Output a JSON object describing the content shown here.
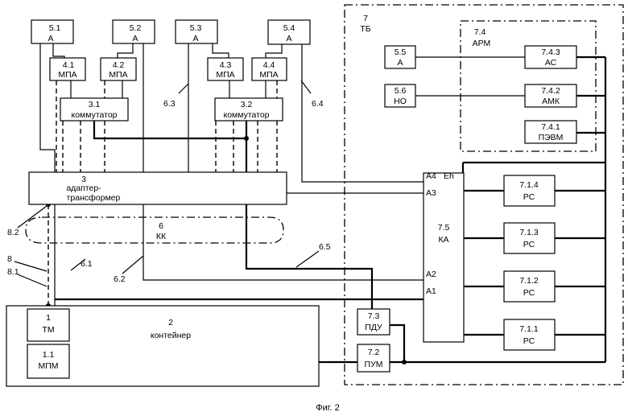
{
  "blocks": {
    "b5_1": {
      "num": "5.1",
      "name": "А"
    },
    "b5_2": {
      "num": "5.2",
      "name": "А"
    },
    "b5_3": {
      "num": "5.3",
      "name": "А"
    },
    "b5_4": {
      "num": "5.4",
      "name": "А"
    },
    "b4_1": {
      "num": "4.1",
      "name": "МПА"
    },
    "b4_2": {
      "num": "4.2",
      "name": "МПА"
    },
    "b4_3": {
      "num": "4.3",
      "name": "МПА"
    },
    "b4_4": {
      "num": "4.4",
      "name": "МПА"
    },
    "b3_1": {
      "num": "3.1",
      "name": "коммутатор"
    },
    "b3_2": {
      "num": "3.2",
      "name": "коммутатор"
    },
    "b3": {
      "num": "3",
      "name1": "адаптер-",
      "name2": "трансформер"
    },
    "b6": {
      "num": "6",
      "name": "КК"
    },
    "b2": {
      "num": "2",
      "name": "контейнер"
    },
    "b1": {
      "num": "1",
      "name": "ТМ"
    },
    "b1_1": {
      "num": "1.1",
      "name": "МПМ"
    },
    "b7": {
      "num": "7",
      "name": "ТБ"
    },
    "b7_4": {
      "num": "7.4",
      "name": "АРМ"
    },
    "b5_5": {
      "num": "5.5",
      "name": "А"
    },
    "b5_6": {
      "num": "5.6",
      "name": "НО"
    },
    "b7_4_3": {
      "num": "7.4.3",
      "name": "АС"
    },
    "b7_4_2": {
      "num": "7.4.2",
      "name": "АМК"
    },
    "b7_4_1": {
      "num": "7.4.1",
      "name": "ПЭВМ"
    },
    "b7_5": {
      "num": "7.5",
      "name": "КА"
    },
    "b7_3": {
      "num": "7.3",
      "name": "ПДУ"
    },
    "b7_2": {
      "num": "7.2",
      "name": "ПУМ"
    },
    "b7_1_4": {
      "num": "7.1.4",
      "name": "РС"
    },
    "b7_1_3": {
      "num": "7.1.3",
      "name": "РС"
    },
    "b7_1_2": {
      "num": "7.1.2",
      "name": "РС"
    },
    "b7_1_1": {
      "num": "7.1.1",
      "name": "РС"
    }
  },
  "ports": {
    "a4": "А4",
    "eh": "Eh",
    "a3": "А3",
    "a2": "А2",
    "a1": "А1"
  },
  "callouts": {
    "c6_3": "6.3",
    "c6_4": "6.4",
    "c6_5": "6.5",
    "c6_1": "6.1",
    "c6_2": "6.2",
    "c8": "8",
    "c8_1": "8.1",
    "c8_2": "8.2"
  },
  "caption": "Фиг. 2"
}
